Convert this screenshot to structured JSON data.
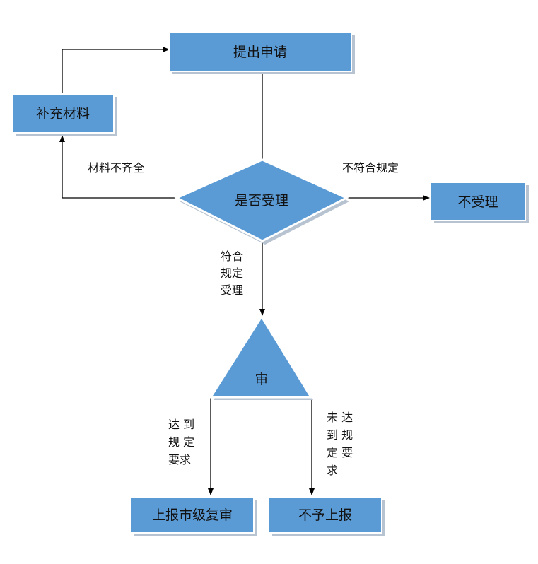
{
  "nodes": {
    "submit": "提出申请",
    "supplement": "补充材料",
    "decision": "是否受理",
    "reject": "不受理",
    "review": "审",
    "report": "上报市级复审",
    "deny": "不予上报"
  },
  "edge_labels": {
    "incomplete": "材料不齐全",
    "nonconforming": "不符合规定",
    "conforming": [
      "符合",
      "规定",
      "受理"
    ],
    "meets": [
      "达 到",
      "规 定",
      "要求"
    ],
    "not_meets": [
      "未 达",
      "到 规",
      "定 要",
      "求"
    ]
  },
  "colors": {
    "fill": "#5b9bd5",
    "border": "#4a86bf",
    "shadow": "#b7c3d1",
    "edge": "#000000"
  }
}
